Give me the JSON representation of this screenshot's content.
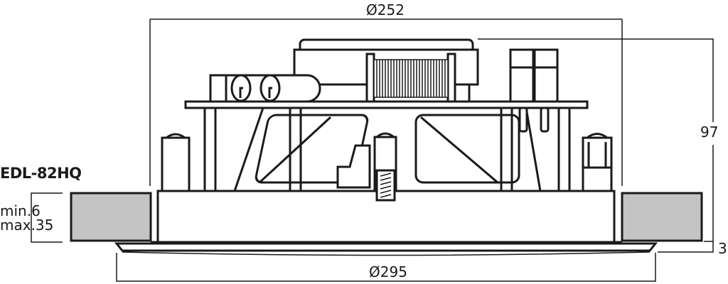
{
  "product": {
    "model": "EDL-82HQ"
  },
  "dimensions": {
    "outer_diameter_top": "Ø252",
    "bezel_diameter": "Ø295",
    "overall_height": "97",
    "bezel_height": "3",
    "ceiling_thickness_min": "min.6",
    "ceiling_thickness_max": "max.35"
  },
  "colors": {
    "line": "#1a1a1a",
    "ceiling_fill": "#c4c4c4",
    "background": "#ffffff"
  }
}
